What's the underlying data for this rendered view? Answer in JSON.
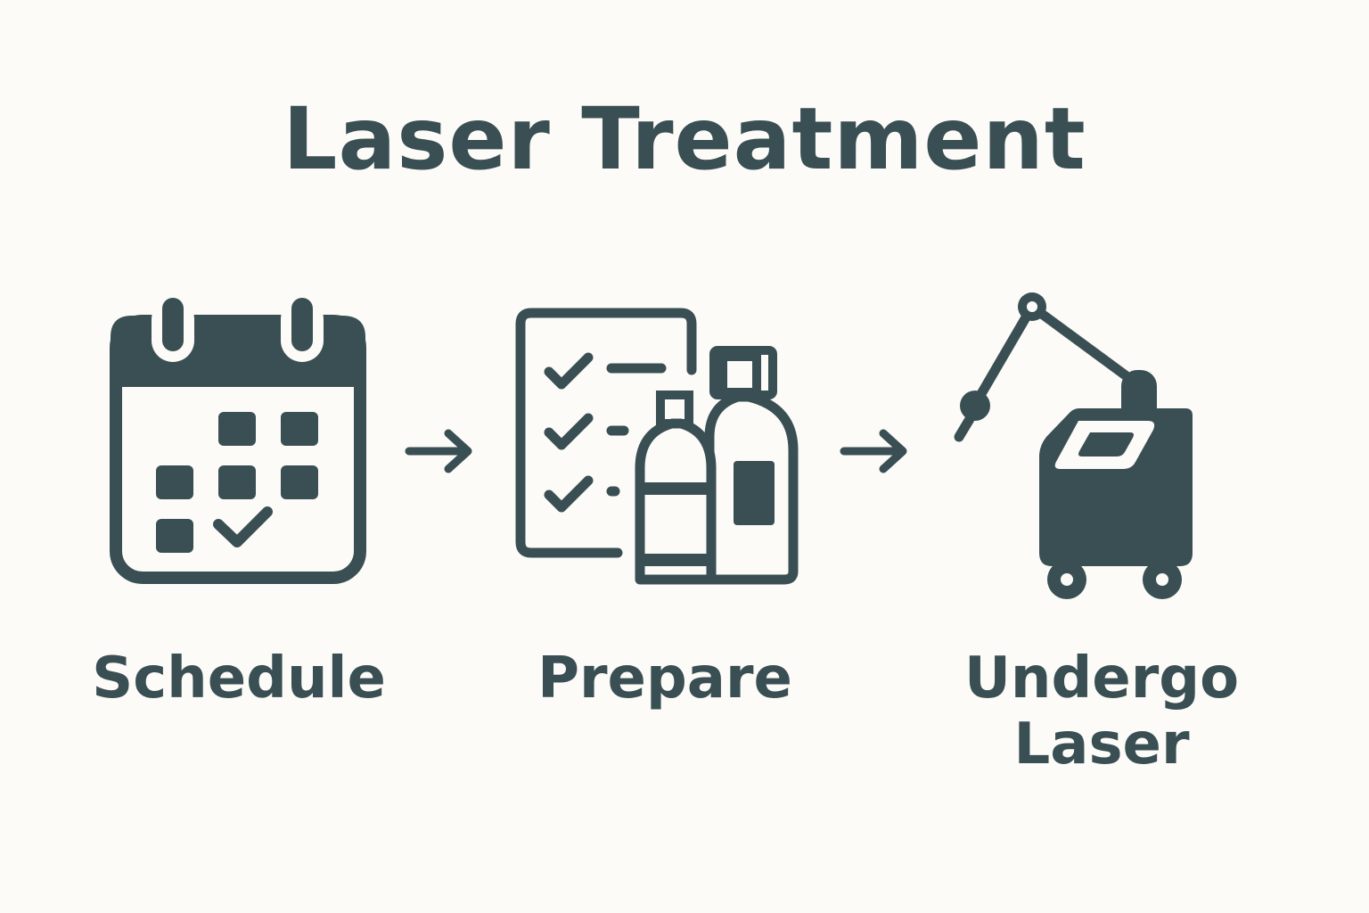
{
  "title": "Laser Treatment",
  "colors": {
    "ink": "#3a4f53",
    "background": "#fcfbf7"
  },
  "steps": [
    {
      "label": "Schedule",
      "icon": "calendar-icon"
    },
    {
      "label": "Prepare",
      "icon": "checklist-bottles-icon"
    },
    {
      "label": "Undergo Laser",
      "label_line1": "Undergo",
      "label_line2": "Laser",
      "icon": "laser-machine-icon"
    }
  ]
}
